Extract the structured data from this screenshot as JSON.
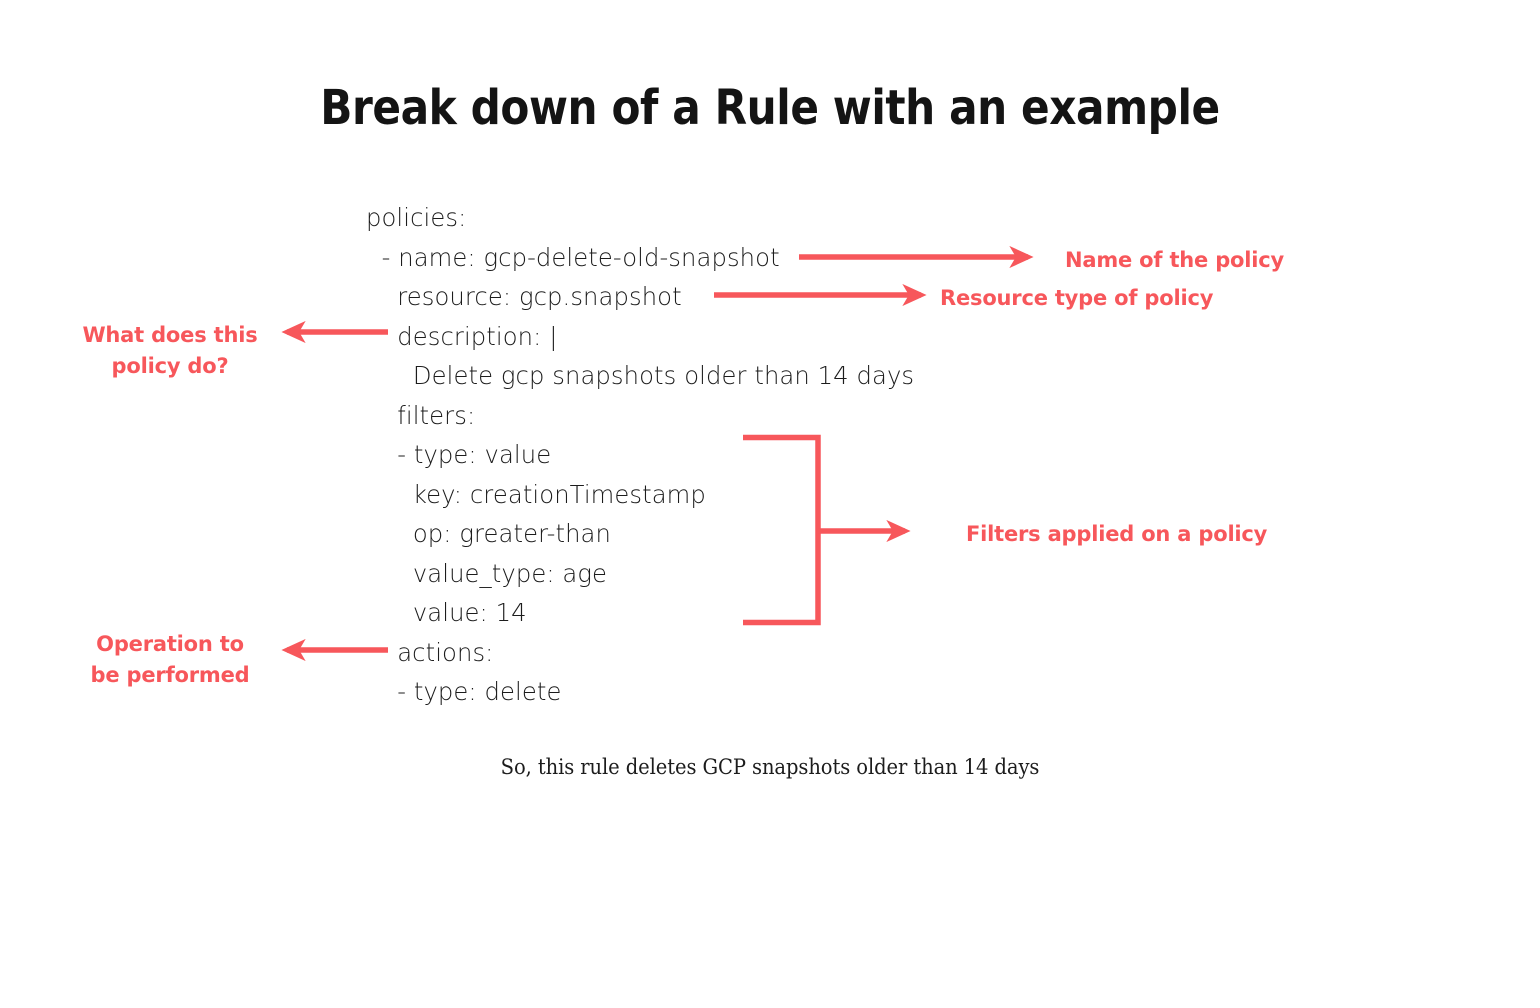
{
  "page": {
    "title": "Break down of a Rule with an example",
    "background_color": "#ffffff",
    "accent_color": "#f7575b",
    "text_color": "#1c1c1c"
  },
  "yaml": {
    "lines": [
      "policies:",
      "  - name: gcp-delete-old-snapshot",
      "    resource: gcp.snapshot",
      "    description: |",
      "      Delete gcp snapshots older than 14 days",
      "    filters:",
      "    - type: value",
      "      key: creationTimestamp",
      "      op: greater-than",
      "      value_type: age",
      "      value: 14",
      "    actions:",
      "    - type: delete"
    ]
  },
  "annotations": {
    "name_of_policy": "Name of the policy",
    "resource_type": "Resource type of policy",
    "what_does_policy_do": "What does this\npolicy do?",
    "filters_applied": "Filters applied on a policy",
    "operation_performed": "Operation to\nbe performed"
  },
  "caption": {
    "text": "So, this rule deletes GCP snapshots older than 14 days"
  }
}
